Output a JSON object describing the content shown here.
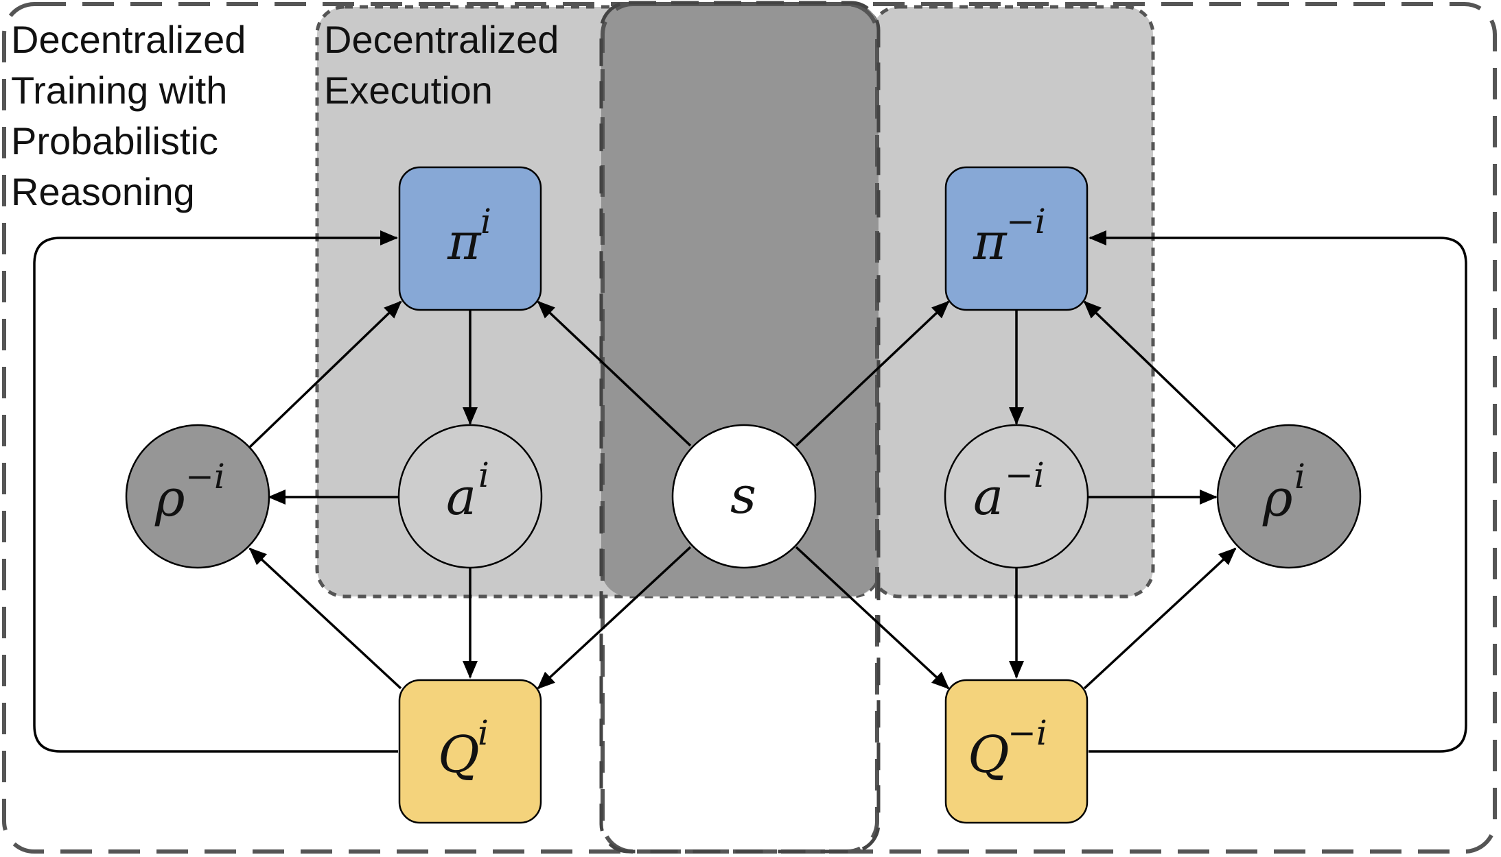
{
  "regions": {
    "training_label": [
      "Decentralized",
      "Training with",
      "Probabilistic",
      "Reasoning"
    ],
    "execution_label": [
      "Decentralized",
      "Execution"
    ]
  },
  "nodes": {
    "pi_i": {
      "base": "π",
      "sup": "i"
    },
    "pi_minus_i": {
      "base": "π",
      "sup": "−i"
    },
    "a_i": {
      "base": "a",
      "sup": "i"
    },
    "a_minus_i": {
      "base": "a",
      "sup": "−i"
    },
    "rho_minus_i": {
      "base": "ρ",
      "sup": "−i"
    },
    "rho_i": {
      "base": "ρ",
      "sup": "i"
    },
    "s": {
      "base": "s",
      "sup": ""
    },
    "q_i": {
      "base": "Q",
      "sup": "i"
    },
    "q_minus_i": {
      "base": "Q",
      "sup": "−i"
    }
  },
  "colors": {
    "policy_fill": "#87A8D6",
    "q_fill": "#F4D37C",
    "rho_fill": "#969696",
    "action_fill": "#CDCDCD",
    "state_fill": "#FFFFFF",
    "execution_region": "#C9C9C9",
    "state_region": "#959595",
    "dash_color": "#555555"
  }
}
